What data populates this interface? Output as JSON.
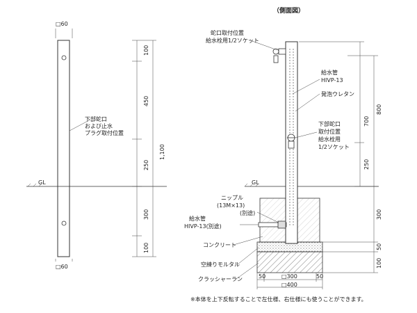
{
  "title": "（側面図）",
  "front": {
    "top_size": "□60",
    "bottom_size": "□60",
    "gl": "GL",
    "dims": {
      "d100_top": "100",
      "d450": "450",
      "d1100": "1,100",
      "d250": "250",
      "d300": "300",
      "d100_bottom": "100"
    },
    "lower_faucet_label": [
      "下部蛇口",
      "および止水",
      "プラグ取付位置"
    ]
  },
  "side": {
    "gl": "GL",
    "upper_faucet": [
      "蛇口取付位置",
      "給水栓用1/2ソケット"
    ],
    "pipe": [
      "給水管",
      "HIVP-13"
    ],
    "foam": "発泡ウレタン",
    "lower_faucet": [
      "下部蛇口",
      "取付位置",
      "給水栓用",
      "1/2ソケット"
    ],
    "nipple": [
      "ニップル",
      "(13M×13)",
      "(別途)"
    ],
    "supply_pipe": [
      "給水管",
      "HIVP-13(別途)"
    ],
    "concrete": "コンクリート",
    "mortar": "空練りモルタル",
    "crusher": "クラッシャーラン",
    "dims_right": {
      "d800": "800",
      "d700": "700",
      "d250": "250",
      "d300": "300",
      "d50": "50",
      "d100": "100"
    },
    "dims_bottom": {
      "left50": "50",
      "w300": "□300",
      "right50": "50",
      "w400": "□400"
    }
  },
  "note": "※本体を上下反転することで左仕様、右仕様にも使うことができます。"
}
